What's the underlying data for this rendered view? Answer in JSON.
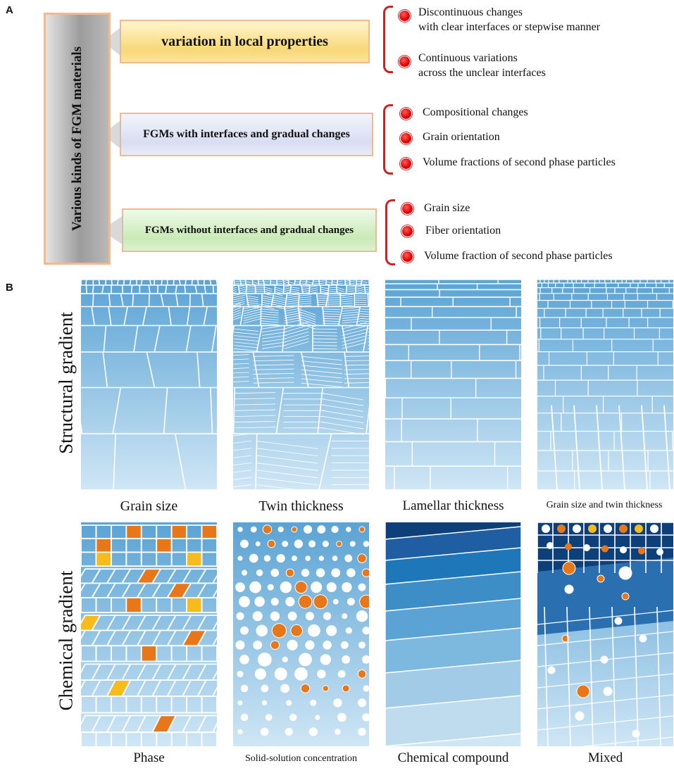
{
  "panel_a": {
    "letter": "A",
    "main_label": "Various kinds of FGM materials",
    "categories": [
      {
        "label": "variation in local properties",
        "items": [
          "Discontinuous changes\nwith clear interfaces or stepwise manner",
          "Continuous variations\nacross the unclear interfaces"
        ]
      },
      {
        "label": "FGMs with interfaces and gradual changes",
        "items": [
          "Compositional changes",
          "Grain orientation",
          "Volume fractions of second phase particles"
        ]
      },
      {
        "label": "FGMs without interfaces and gradual changes",
        "items": [
          "Grain size",
          "Fiber orientation",
          "Volume fraction of second phase particles"
        ]
      }
    ],
    "colors": {
      "box1": "#fbe49a",
      "box2": "#e3e6f5",
      "box3": "#d6efc6",
      "bracket": "#d02020",
      "dot": "#e00000"
    }
  },
  "panel_b": {
    "letter": "B",
    "rows": [
      {
        "label": "Structural gradient",
        "tiles": [
          "Grain size",
          "Twin thickness",
          "Lamellar thickness",
          "Grain size and twin thickness"
        ]
      },
      {
        "label": "Chemical gradient",
        "tiles": [
          "Phase",
          "Solid-solution concentration",
          "Chemical compound",
          "Mixed"
        ]
      }
    ],
    "colors": {
      "tile_top": "#5aa3d4",
      "tile_bottom": "#cfe6f5",
      "dark_blue": "#0d3f78",
      "orange": "#e8771a",
      "yellow": "#f5bc1c",
      "white": "#ffffff"
    }
  }
}
